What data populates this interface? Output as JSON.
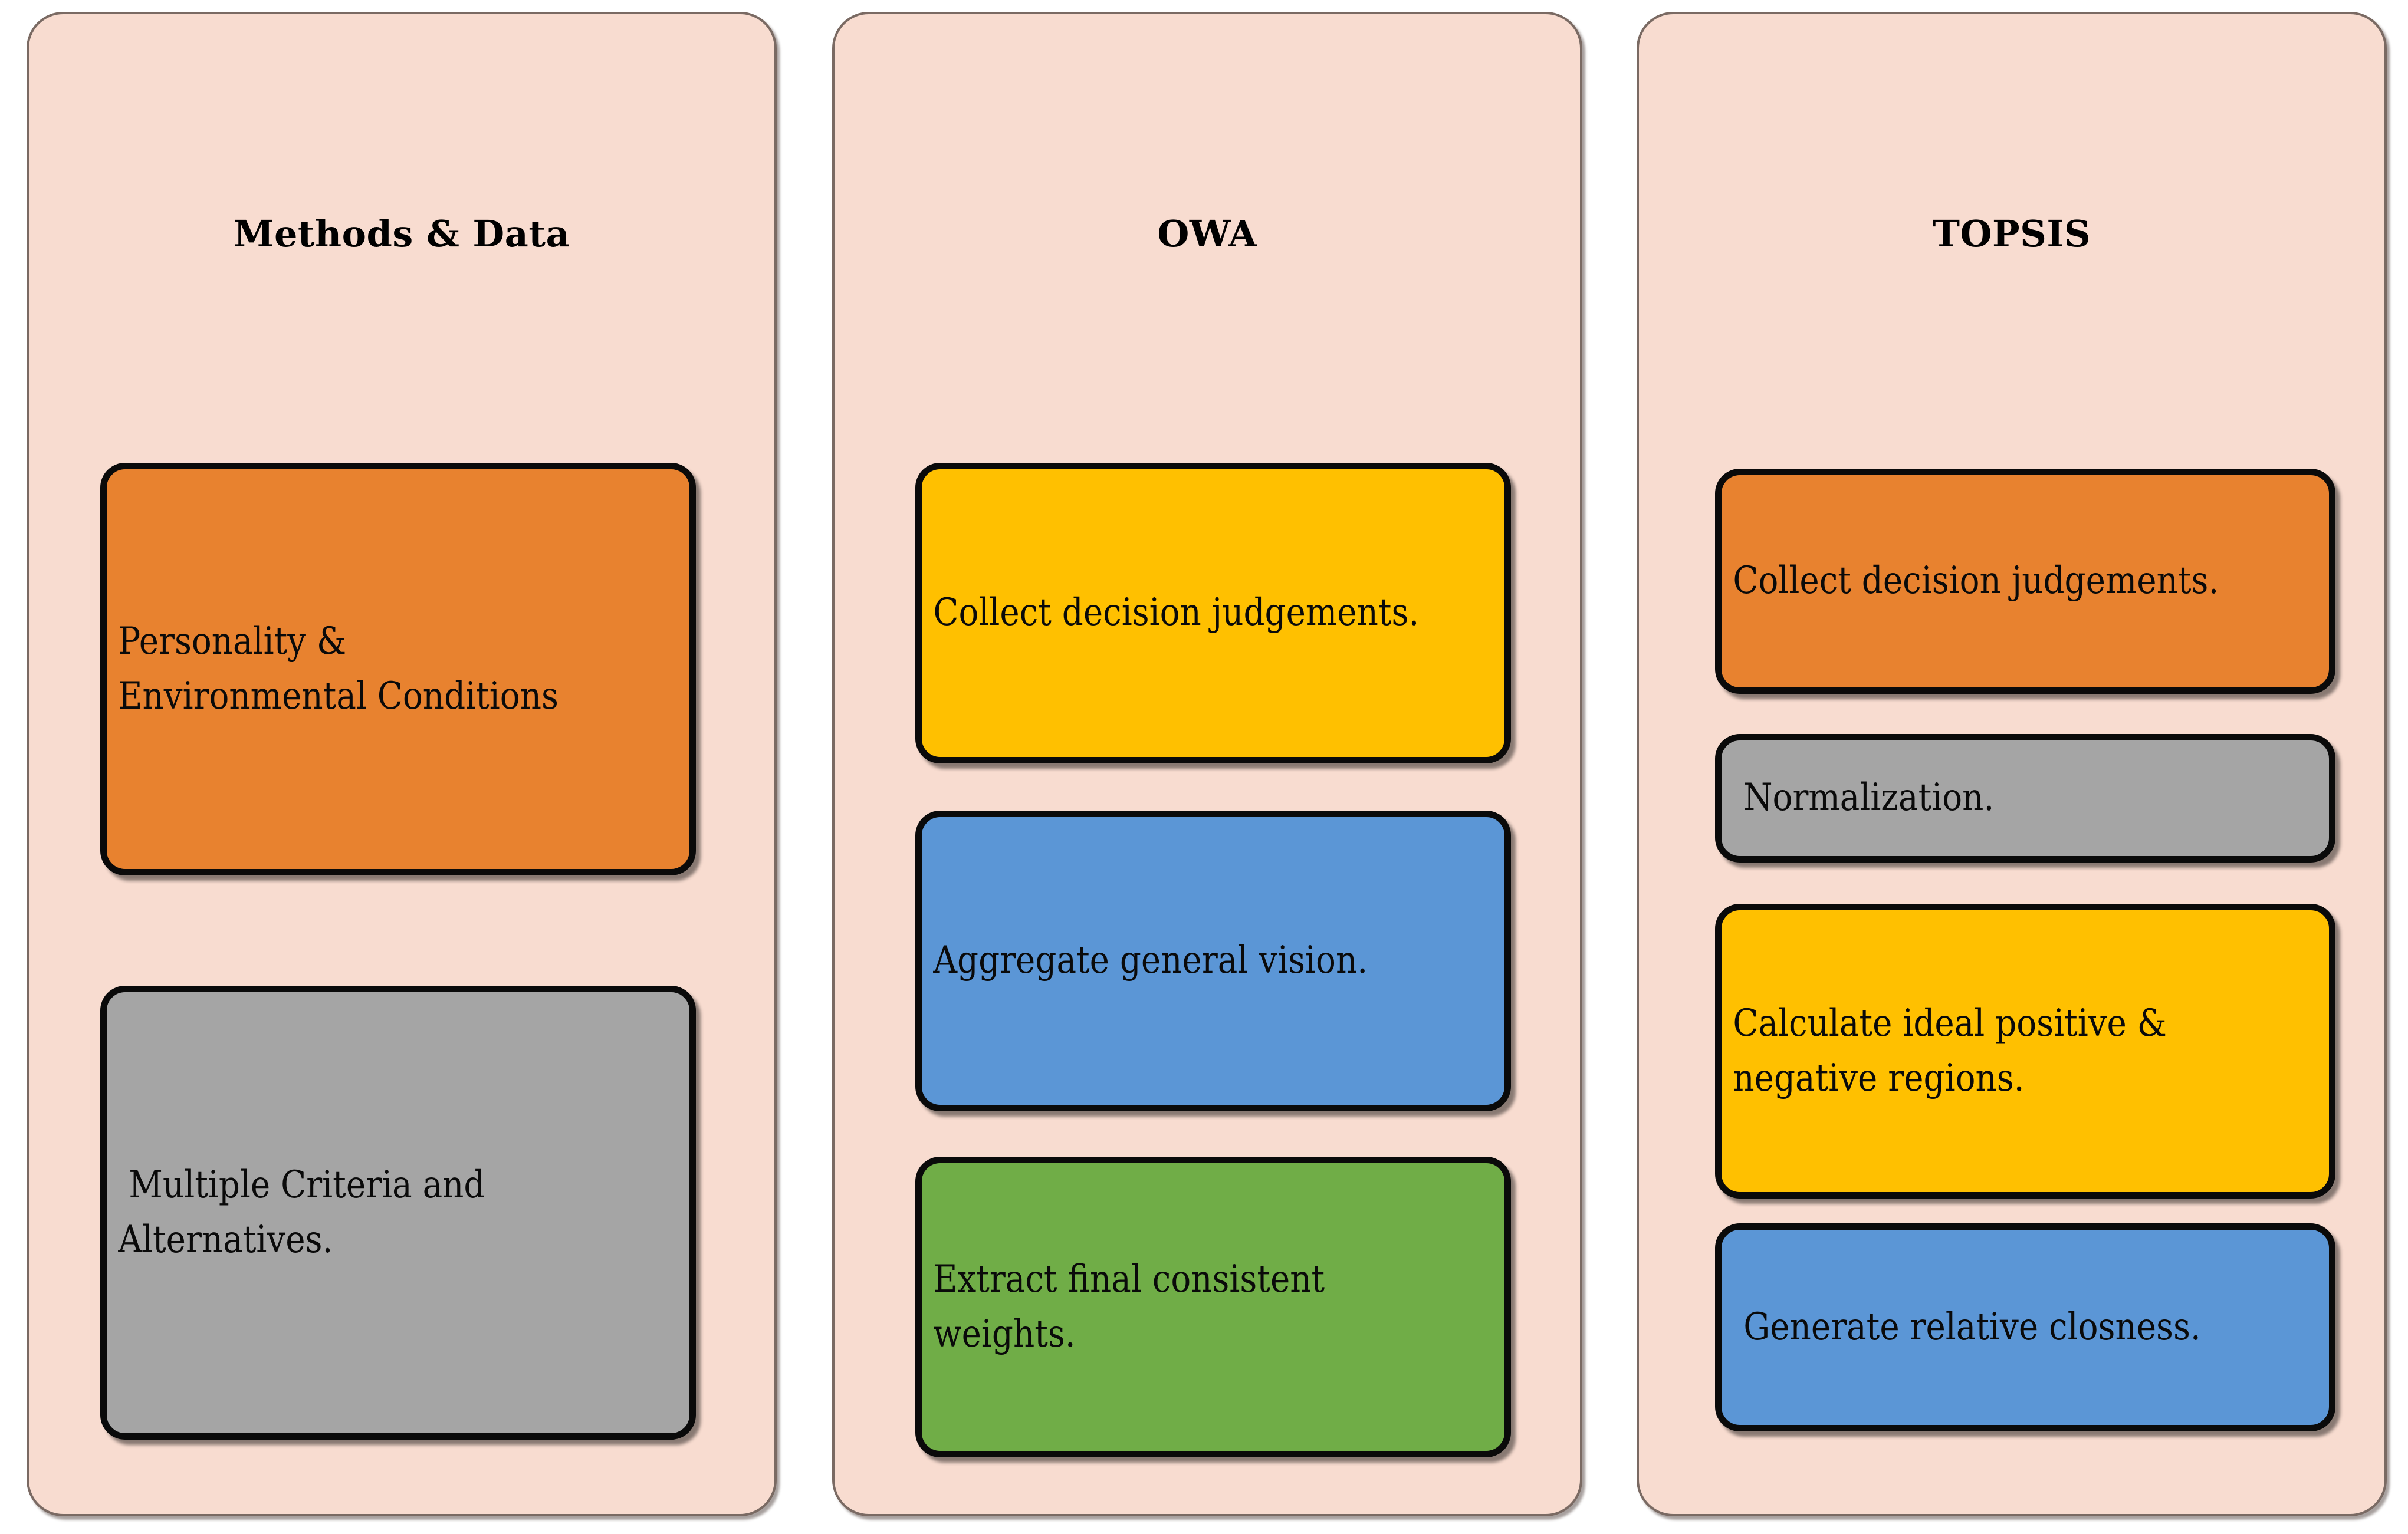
{
  "diagram": {
    "title": "Methods & Data / OWA / TOPSIS framework",
    "background_color": "#FFFFFF",
    "panel_background_color": "#F8DCD0",
    "panel_border_color": "#7A6A63",
    "box_border_color": "#0A0A0A"
  },
  "palette": {
    "orange": "#E8822F",
    "gray": "#A5A5A5",
    "yellow": "#FFC000",
    "blue": "#5B96D6",
    "green": "#70AD47"
  },
  "columns": [
    {
      "id": "methods",
      "title": "Methods & Data",
      "boxes": [
        {
          "id": "m1",
          "text": "Personality &\nEnvironmental Conditions",
          "color": "#E8822F",
          "color_name": "orange"
        },
        {
          "id": "m2",
          "text": " Multiple Criteria and\nAlternatives.",
          "color": "#A5A5A5",
          "color_name": "gray"
        }
      ]
    },
    {
      "id": "owa",
      "title": "OWA",
      "boxes": [
        {
          "id": "o1",
          "text": "Collect decision judgements.",
          "color": "#FFC000",
          "color_name": "yellow"
        },
        {
          "id": "o2",
          "text": "Aggregate general vision.",
          "color": "#5B96D6",
          "color_name": "blue"
        },
        {
          "id": "o3",
          "text": "Extract final consistent\nweights.",
          "color": "#70AD47",
          "color_name": "green"
        }
      ]
    },
    {
      "id": "topsis",
      "title": "TOPSIS",
      "boxes": [
        {
          "id": "t1",
          "text": "Collect decision judgements.",
          "color": "#E8822F",
          "color_name": "orange"
        },
        {
          "id": "t2",
          "text": " Normalization.",
          "color": "#A5A5A5",
          "color_name": "gray"
        },
        {
          "id": "t3",
          "text": "Calculate ideal positive &\nnegative regions.",
          "color": "#FFC000",
          "color_name": "yellow"
        },
        {
          "id": "t4",
          "text": " Generate relative closness.",
          "color": "#5B96D6",
          "color_name": "blue"
        }
      ]
    }
  ]
}
